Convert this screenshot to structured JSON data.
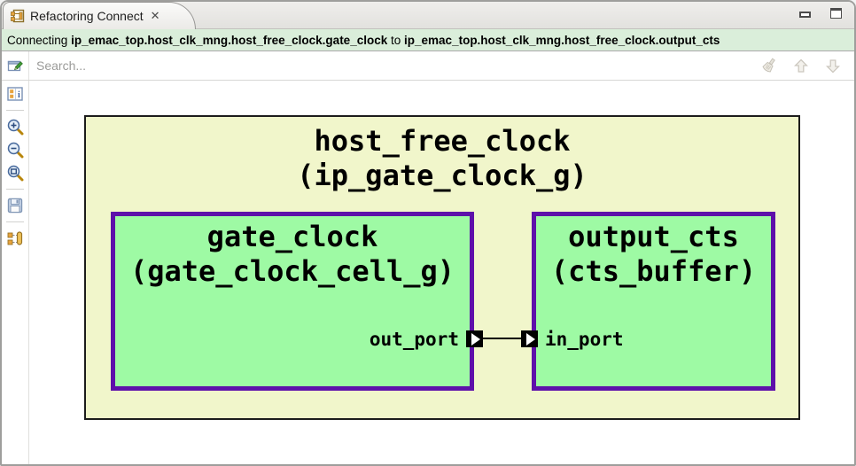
{
  "window": {
    "tab_title": "Refactoring Connect",
    "close_glyph": "✕"
  },
  "infobar": {
    "prefix": "Connecting",
    "source_path": "ip_emac_top.host_clk_mng.host_free_clock.gate_clock",
    "connector": "to",
    "target_path": "ip_emac_top.host_clk_mng.host_free_clock.output_cts"
  },
  "search": {
    "placeholder": "Search...",
    "actions": [
      "clear-highlight-icon",
      "arrow-up-icon",
      "arrow-down-icon"
    ]
  },
  "toolbar": {
    "icons": [
      "edit-diagram-icon",
      "properties-icon",
      "zoom-in-icon",
      "zoom-out-icon",
      "zoom-fit-icon",
      "save-icon",
      "pin-layout-icon"
    ]
  },
  "diagram": {
    "container": {
      "instance": "host_free_clock",
      "type": "(ip_gate_clock_g)"
    },
    "blocks": [
      {
        "instance": "gate_clock",
        "type": "(gate_clock_cell_g)",
        "port": "out_port"
      },
      {
        "instance": "output_cts",
        "type": "(cts_buffer)",
        "port": "in_port"
      }
    ],
    "colors": {
      "container_fill": "#f1f6cb",
      "container_border": "#1c1c1c",
      "block_fill": "#9efaa4",
      "block_border": "#5e10aa",
      "infobar_bg": "#daeeda"
    }
  }
}
